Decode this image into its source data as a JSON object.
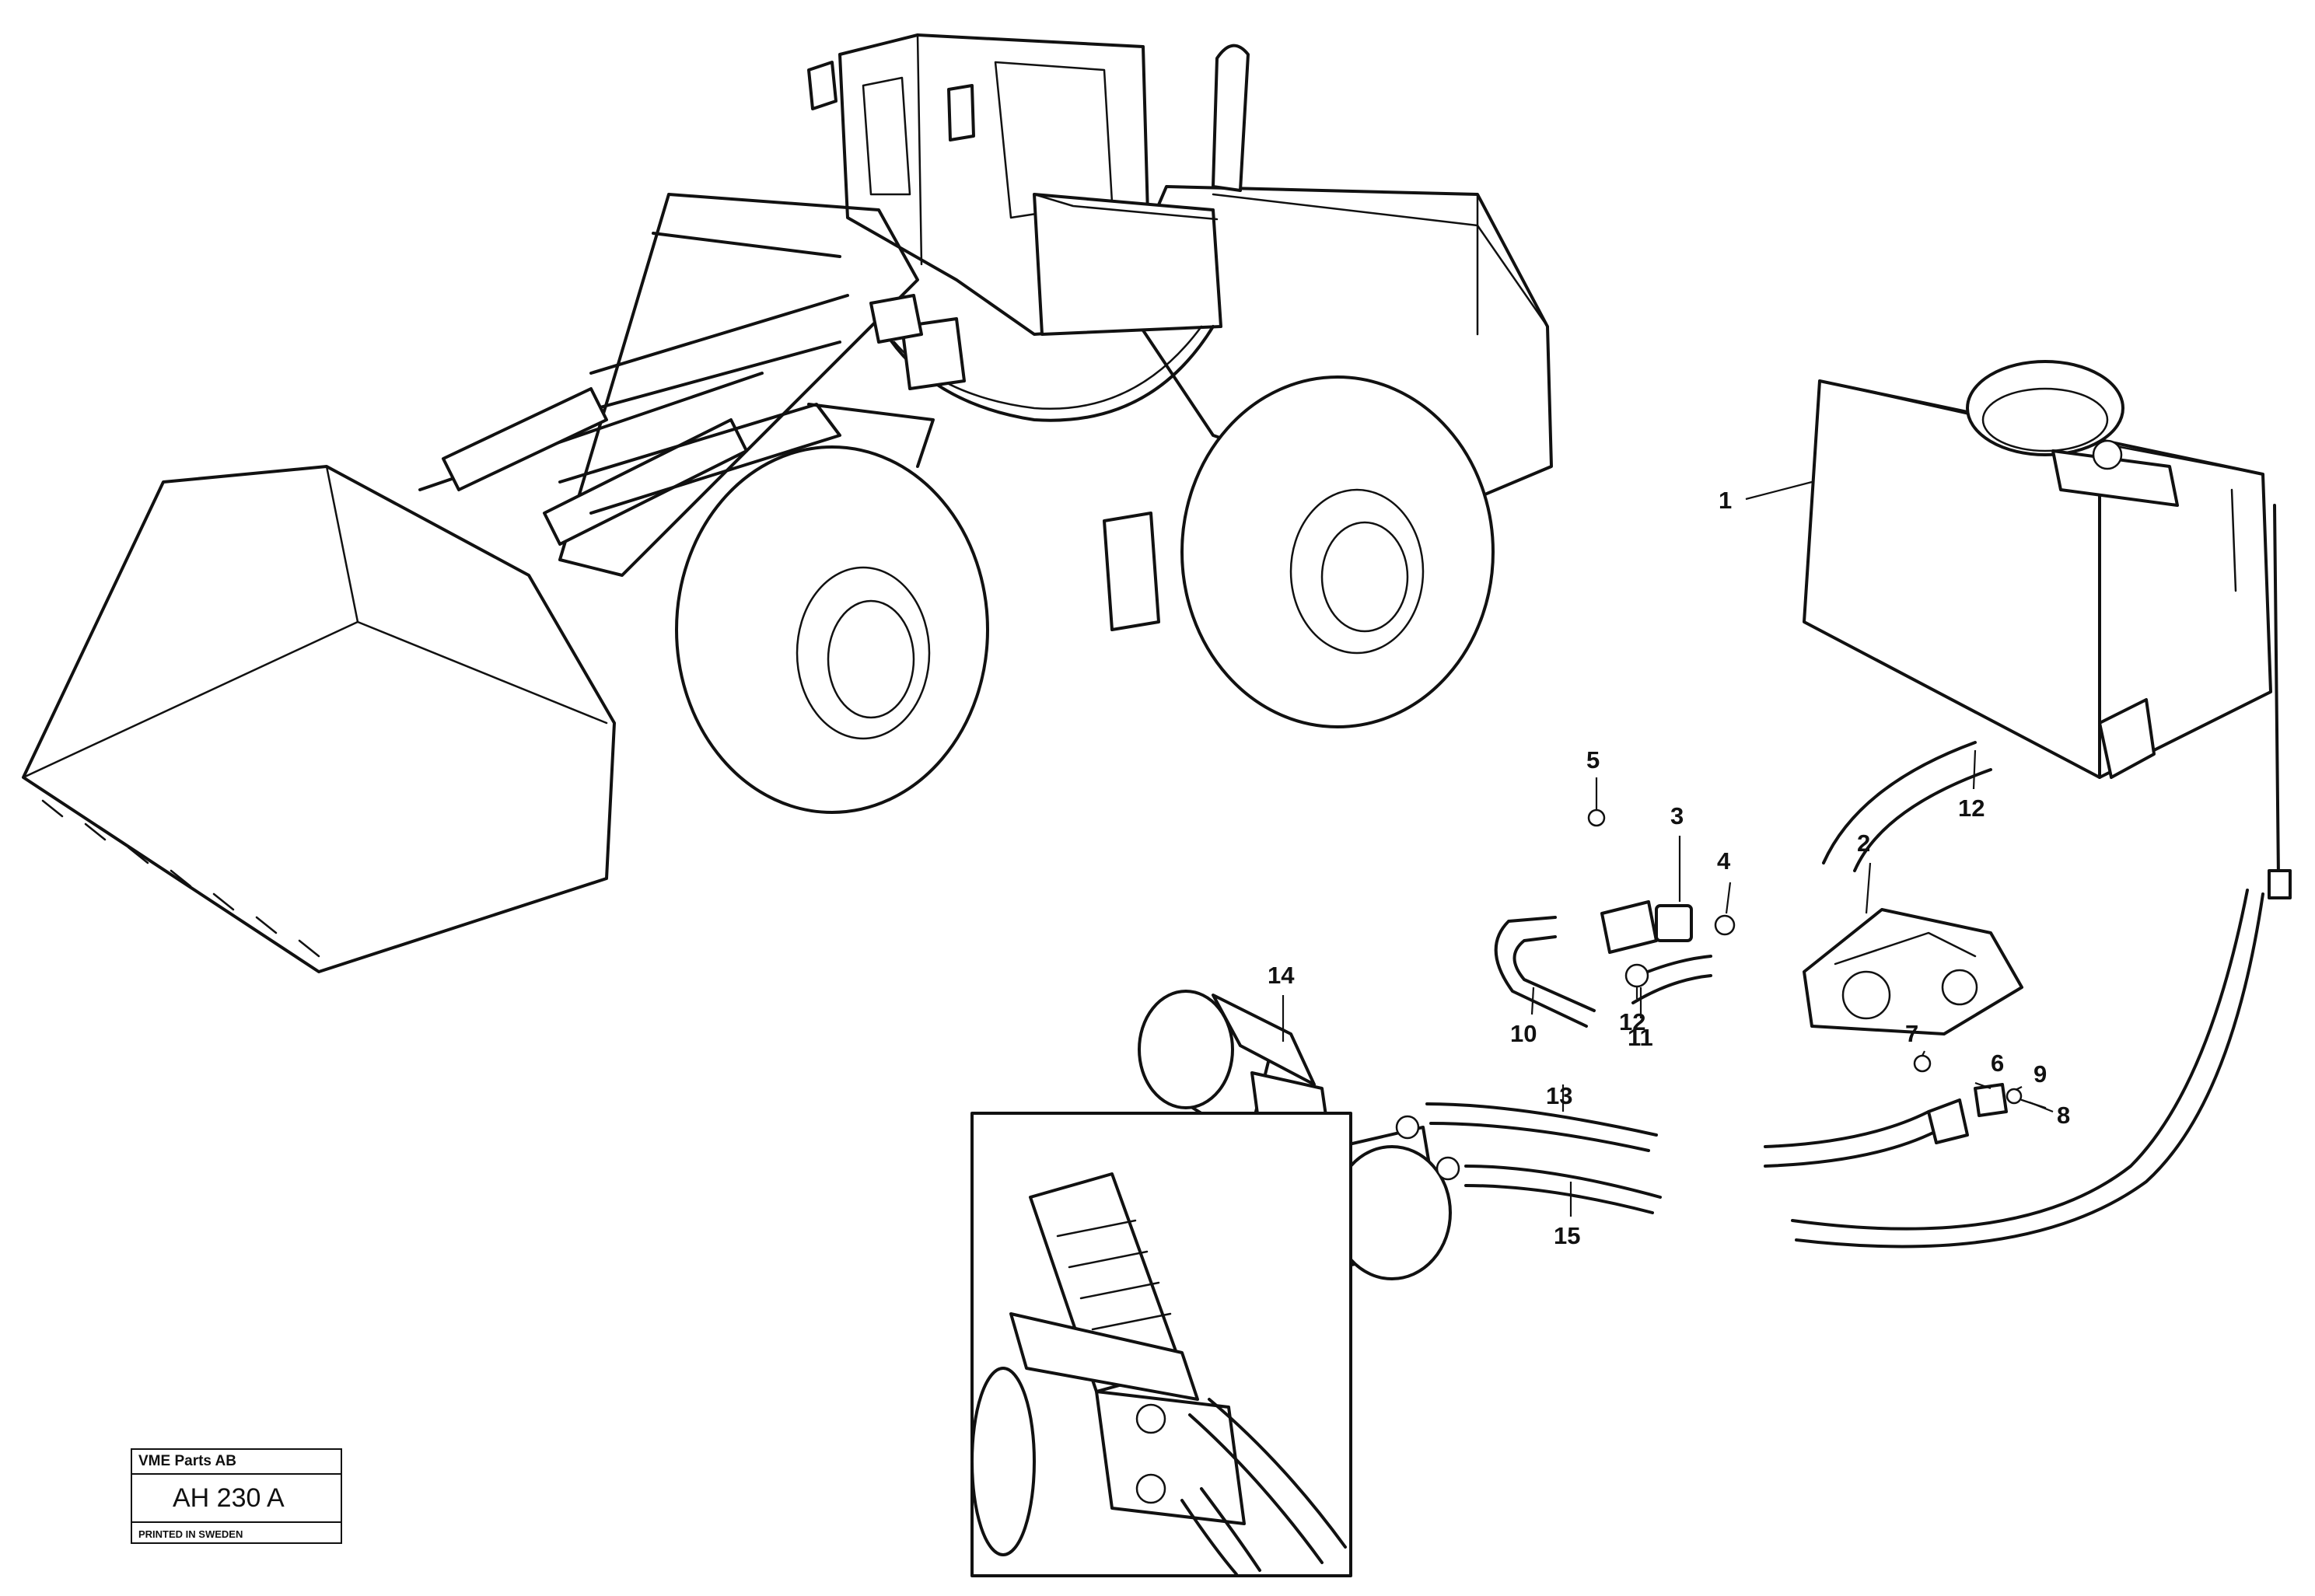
{
  "callouts": [
    {
      "id": "1",
      "text": "1"
    },
    {
      "id": "2",
      "text": "2"
    },
    {
      "id": "3",
      "text": "3"
    },
    {
      "id": "4",
      "text": "4"
    },
    {
      "id": "5",
      "text": "5"
    },
    {
      "id": "6",
      "text": "6"
    },
    {
      "id": "7",
      "text": "7"
    },
    {
      "id": "8",
      "text": "8"
    },
    {
      "id": "9",
      "text": "9"
    },
    {
      "id": "10",
      "text": "10"
    },
    {
      "id": "11",
      "text": "11"
    },
    {
      "id": "12a",
      "text": "12"
    },
    {
      "id": "12b",
      "text": "12"
    },
    {
      "id": "13",
      "text": "13"
    },
    {
      "id": "14",
      "text": "14"
    },
    {
      "id": "15",
      "text": "15"
    }
  ],
  "title_block": {
    "company": "VME Parts AB",
    "drawing_code": "AH 230 A",
    "printed": "PRINTED IN SWEDEN"
  }
}
